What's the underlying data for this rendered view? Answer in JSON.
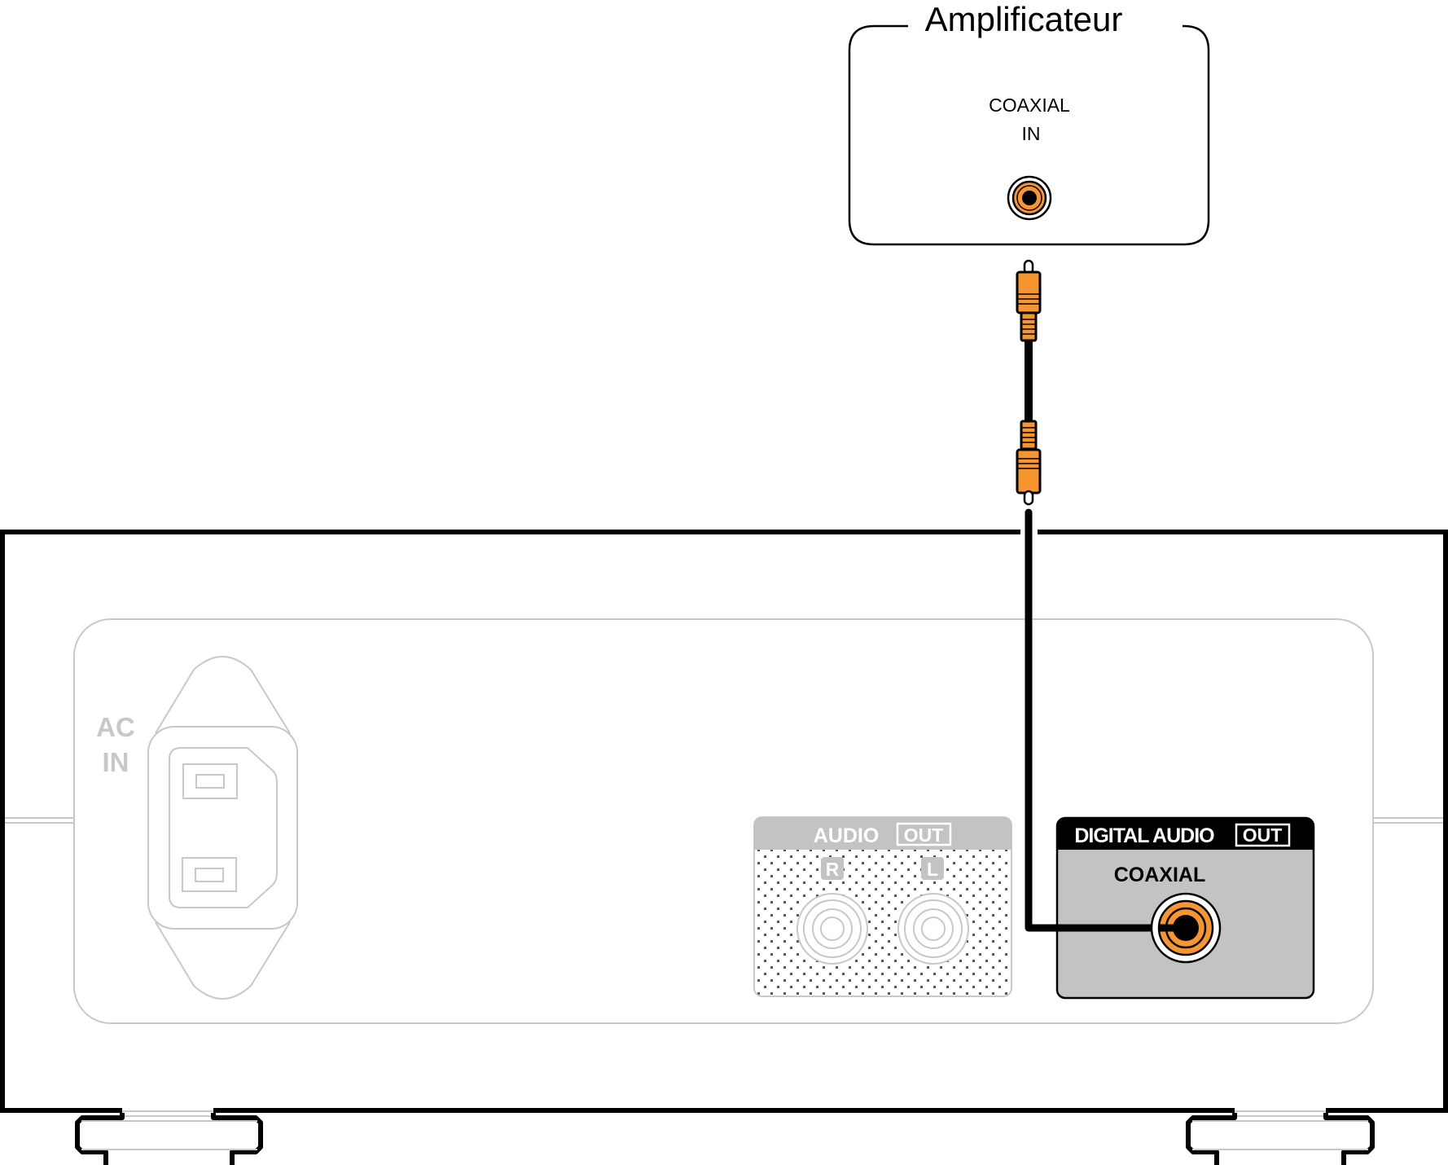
{
  "amplifier": {
    "title": "Amplificateur",
    "input_label_line1": "COAXIAL",
    "input_label_line2": "IN"
  },
  "device": {
    "ac_in_line1": "AC",
    "ac_in_line2": "IN",
    "audio_out": {
      "header": "AUDIO",
      "header_badge": "OUT",
      "right_label": "R",
      "left_label": "L"
    },
    "digital_audio_out": {
      "header": "DIGITAL AUDIO",
      "header_badge": "OUT",
      "jack_label": "COAXIAL"
    }
  },
  "colors": {
    "plug_orange": "#f7952e",
    "panel_gray": "#c3c3c3",
    "faded_gray": "#c8c8c8",
    "outline": "#000000"
  }
}
